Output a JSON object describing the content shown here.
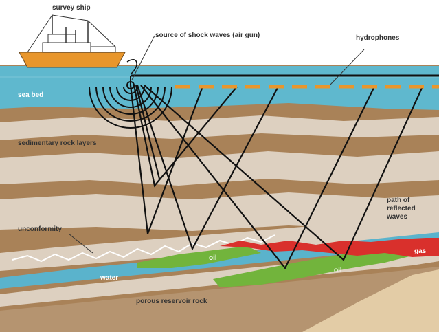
{
  "labels": {
    "survey_ship": "survey ship",
    "source": "source of shock waves (air gun)",
    "hydrophones": "hydrophones",
    "sea_bed": "sea bed",
    "sedimentary": "sedimentary rock layers",
    "unconformity": "unconformity",
    "path_reflected": "path of reflected waves",
    "oil_left": "oil",
    "oil_right": "oil",
    "gas": "gas",
    "water": "water",
    "porous": "porous reservoir rock"
  },
  "colors": {
    "sea": "#5fb8ce",
    "brown": "#a98258",
    "light_band": "#ddd0c0",
    "dark_band": "#b59470",
    "water_layer": "#5ab3cc",
    "oil": "#72b43c",
    "gas": "#d9302c",
    "ship_hull": "#e8962c",
    "hydrophone": "#e8962c",
    "sand": "#e3cca6"
  }
}
